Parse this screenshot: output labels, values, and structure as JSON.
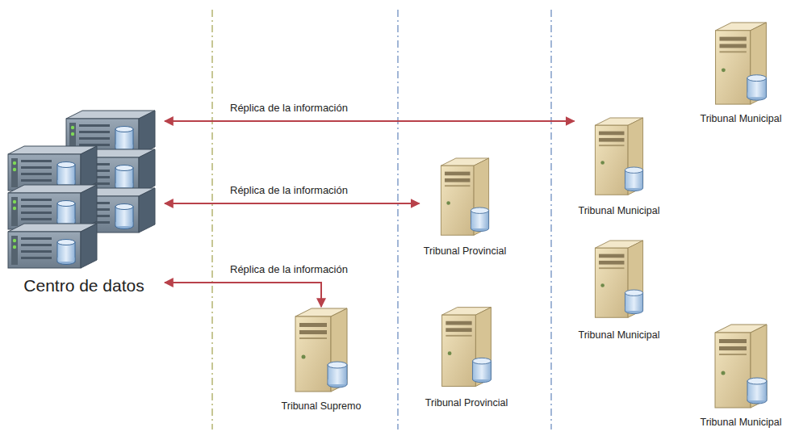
{
  "diagram": {
    "nodes": [
      {
        "text": [
          "Centro de datos"
        ]
      },
      {
        "text": [
          "Tribunal Municipal"
        ]
      },
      {
        "text": [
          "Tribunal Municipal"
        ]
      },
      {
        "text": [
          "Tribunal Provincial"
        ]
      },
      {
        "text": [
          "Tribunal Municipal"
        ]
      },
      {
        "text": [
          "Tribunal Provincial"
        ]
      },
      {
        "text": [
          "Tribunal Supremo"
        ]
      },
      {
        "text": [
          "Tribunal Municipal"
        ]
      }
    ],
    "edges": [
      {
        "from": 0,
        "to": 2,
        "label": "Réplica de la información",
        "arrow": "both"
      },
      {
        "from": 0,
        "to": 3,
        "label": "Réplica de la información",
        "arrow": "both"
      },
      {
        "from": 0,
        "to": 6,
        "label": "Réplica de la información",
        "arrow": "both"
      }
    ]
  }
}
